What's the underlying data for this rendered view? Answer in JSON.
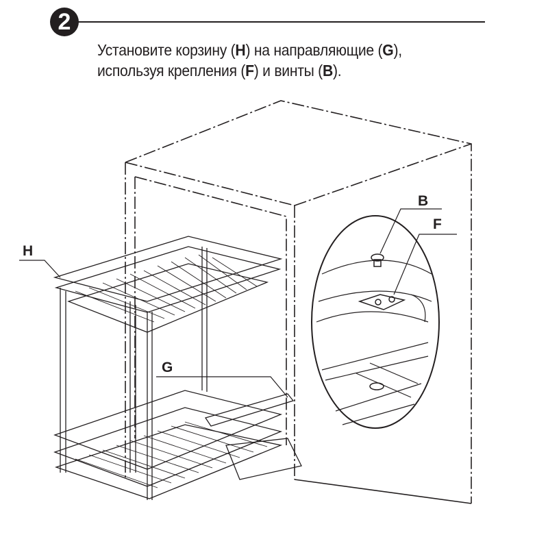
{
  "step": {
    "number": "2"
  },
  "instruction": {
    "line1": [
      "Установите корзину (",
      "H",
      ") на направляющие (",
      "G",
      "),"
    ],
    "line2": [
      "используя крепления (",
      "F",
      ") и винты (",
      "B",
      ")."
    ]
  },
  "labels": {
    "h": "H",
    "g": "G",
    "b": "B",
    "f": "F"
  }
}
